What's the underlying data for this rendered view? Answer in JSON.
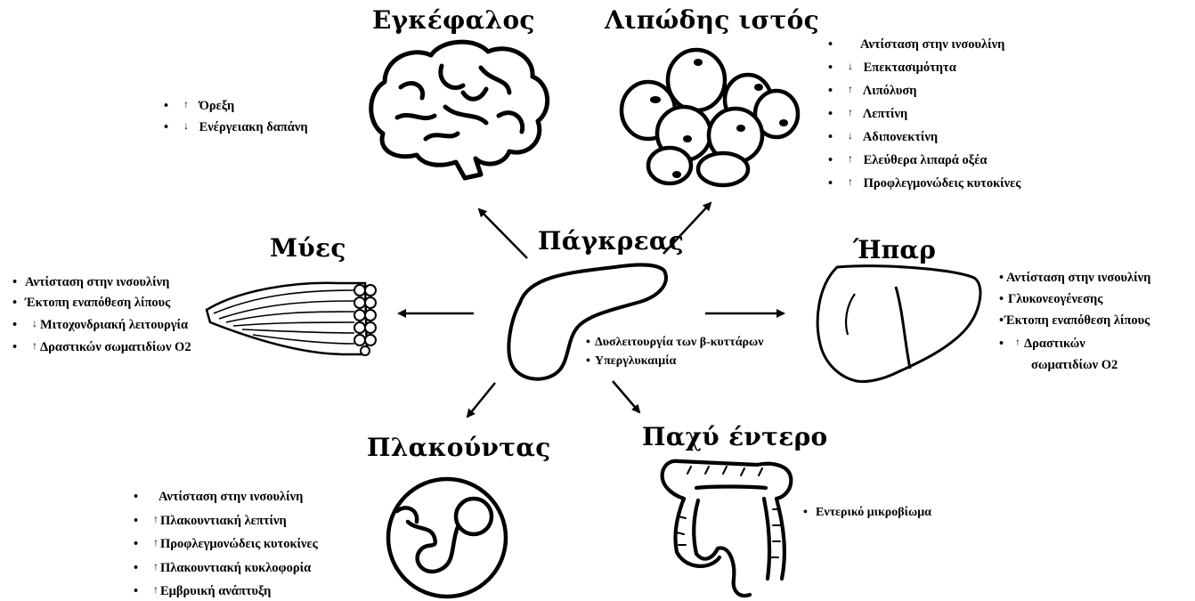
{
  "center": {
    "title": "Πάγκρεας",
    "items": [
      "Δυσλειτουργία των β-κυττάρων",
      "Υπεργλυκαιμία"
    ]
  },
  "brain": {
    "title": "Εγκέφαλος",
    "items": [
      {
        "arrow": "↑",
        "text": "Όρεξη"
      },
      {
        "arrow": "↓",
        "text": "Ενέργειακη δαπάνη"
      }
    ]
  },
  "adipose": {
    "title": "Λιπώδης ιστός",
    "items": [
      {
        "arrow": "",
        "text": "Αντίσταση στην ινσουλίνη"
      },
      {
        "arrow": "↓",
        "text": "Επεκτασιμότητα"
      },
      {
        "arrow": "↑",
        "text": "Λιπόλυση"
      },
      {
        "arrow": "↑",
        "text": "Λεπτίνη"
      },
      {
        "arrow": "↓",
        "text": "Αδιπονεκτίνη"
      },
      {
        "arrow": "↑",
        "text": "Ελεύθερα λιπαρά οξέα"
      },
      {
        "arrow": "↑",
        "text": "Προφλεγμονώδεις κυτοκίνες"
      }
    ]
  },
  "muscle": {
    "title": "Μύες",
    "items": [
      {
        "arrow": "",
        "text": "Αντίσταση στην ινσουλίνη"
      },
      {
        "arrow": "",
        "text": "Έκτοπη εναπόθεση λίπους"
      },
      {
        "arrow": "↓",
        "text": "Μιτοχονδριακή λειτουργία"
      },
      {
        "arrow": "↑",
        "text": "Δραστικών σωματιδίων O2"
      }
    ]
  },
  "liver": {
    "title": "Ήπαρ",
    "items": [
      {
        "arrow": "",
        "text": "Αντίσταση στην ινσουλίνη"
      },
      {
        "arrow": "",
        "text": "Γλυκονεογένεσης"
      },
      {
        "arrow": "",
        "text": "Έκτοπη εναπόθεση λίπους"
      },
      {
        "arrow": "↑",
        "text": "Δραστικών",
        "text2": "σωματιδίων O2"
      }
    ]
  },
  "placenta": {
    "title": "Πλακούντας",
    "items": [
      {
        "arrow": "",
        "text": "Αντίσταση στην ινσουλίνη"
      },
      {
        "arrow": "↑",
        "text": "Πλακουντιακή λεπτίνη"
      },
      {
        "arrow": "↑",
        "text": "Προφλεγμονώδεις κυτοκίνες"
      },
      {
        "arrow": "↑",
        "text": "Πλακουντιακή κυκλοφορία"
      },
      {
        "arrow": "↑",
        "text": "Εμβρυική ανάπτυξη"
      }
    ]
  },
  "colon": {
    "title": "Παχύ έντερο",
    "items": [
      {
        "arrow": "",
        "text": "Εντερικό μικροβίωμα"
      }
    ]
  },
  "bullet": "•",
  "icons": [
    "brain-icon",
    "fat-cells-icon",
    "pancreas-icon",
    "muscle-icon",
    "liver-icon",
    "placenta-icon",
    "colon-icon"
  ]
}
